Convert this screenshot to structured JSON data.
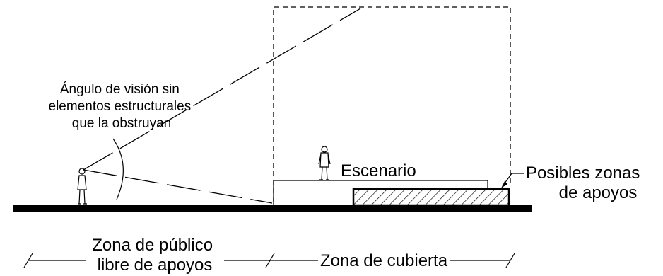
{
  "diagram": {
    "vision_label": [
      "Ángulo de visión sin",
      "elementos estructurales",
      "que la obstruyan"
    ],
    "stage_label": "Escenario",
    "supports_label": [
      "Posibles zonas",
      "de apoyos"
    ],
    "audience_zone_label": [
      "Zona de público",
      "libre de apoyos"
    ],
    "roof_zone_label": "Zona de cubierta"
  }
}
